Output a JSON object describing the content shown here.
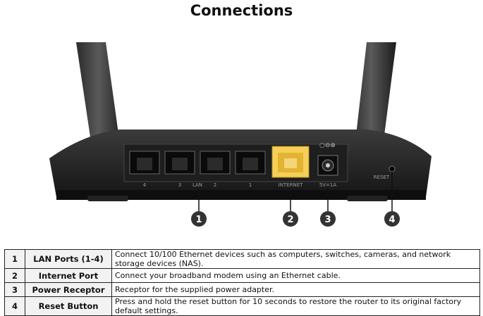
{
  "title": "Connections",
  "ports": {
    "lan_labels": [
      "4",
      "3",
      "LAN",
      "2",
      "1"
    ],
    "internet_label": "INTERNET",
    "power_label": "5V=1A",
    "reset_label": "RESET"
  },
  "callouts": [
    "1",
    "2",
    "3",
    "4"
  ],
  "rows": [
    {
      "num": "1",
      "name": "LAN Ports (1-4)",
      "desc": "Connect 10/100 Ethernet devices such as computers, switches, cameras, and network storage devices (NAS)."
    },
    {
      "num": "2",
      "name": "Internet Port",
      "desc": "Connect your broadband modem using an Ethernet cable."
    },
    {
      "num": "3",
      "name": "Power Receptor",
      "desc": "Receptor for the supplied power adapter."
    },
    {
      "num": "4",
      "name": "Reset Button",
      "desc": "Press and hold the reset button for 10 seconds to restore the router to its original factory default settings."
    }
  ]
}
